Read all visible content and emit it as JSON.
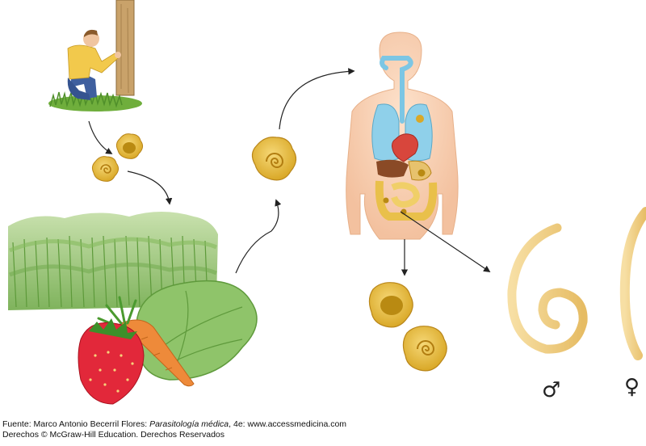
{
  "symbols": {
    "male": "♂",
    "female": "♀"
  },
  "credit": {
    "source_prefix": "Fuente: Marco Antonio Becerril Flores: ",
    "book_title": "Parasitología médica",
    "source_suffix": ", 4e: www.accessmedicina.com",
    "rights": "Derechos © McGraw-Hill Education. Derechos Reservados"
  },
  "colors": {
    "egg_shell": "#e9c04a",
    "egg_core": "#b98a12",
    "worm": "#f0d08a",
    "arrow": "#222222",
    "grass": "#6fae3c",
    "crop": "#9bc77a",
    "lung": "#8fd0ea",
    "heart": "#d8463c",
    "skin": "#f9d4b8"
  }
}
